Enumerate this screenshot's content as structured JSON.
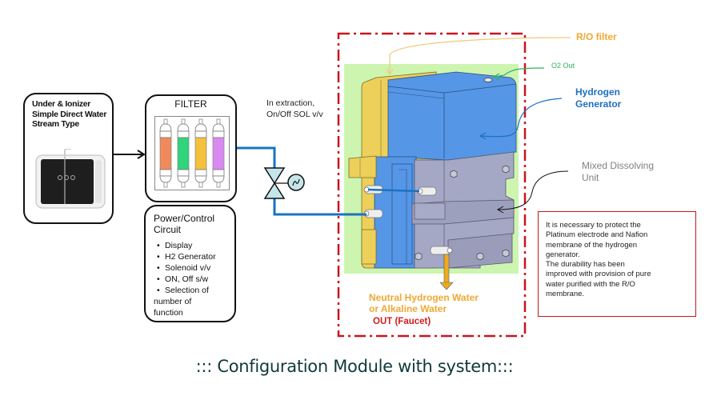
{
  "diagram": {
    "title": "::: Configuration Module with system:::",
    "ionizer_box": {
      "label": "Under & Ionizer\nSimple Direct Water\nStream Type"
    },
    "filter_box": {
      "label": "FILTER",
      "cartridges": [
        {
          "name": "cartridge-1",
          "color": "#f08a5d"
        },
        {
          "name": "cartridge-2",
          "color": "#2fd47c"
        },
        {
          "name": "cartridge-3",
          "color": "#f4c13c"
        },
        {
          "name": "cartridge-4",
          "color": "#d98af0"
        }
      ]
    },
    "control_box": {
      "title": "Power/Control\nCircuit",
      "items": [
        "Display",
        "H2 Generator",
        "Solenoid v/v",
        "ON, Off s/w",
        "Selection of"
      ],
      "tail": "number of\nfunction"
    },
    "valve_label": "In extraction,\nOn/Off SOL v/v",
    "callouts": {
      "ro_filter": "R/O filter",
      "o2_out": "O2 Out",
      "hydrogen_generator": "Hydrogen\nGenerator",
      "mixed_dissolving": "Mixed Dissolving\nUnit"
    },
    "output": {
      "line1": "Neutral Hydrogen Water\nor Alkaline Water",
      "line2": "OUT (Faucet)"
    },
    "note": "It is necessary to protect the\nPlatinum electrode and Nafion\nmembrane of the hydrogen\ngenerator.\nThe durability has been\nimproved with provision of pure\nwater purified with the  R/O\nmembrane.",
    "colors": {
      "ro_filter": "#f0a830",
      "o2_out": "#2fb35c",
      "hydrogen": "#1f6fc0",
      "mixed": "#808080",
      "output_text": "#f0a830",
      "output_out": "#d01e1e",
      "dashed_border": "#c8161d",
      "note_border": "#c8161d",
      "pipe": "#1a73c2",
      "title": "#0f3a3a"
    }
  }
}
